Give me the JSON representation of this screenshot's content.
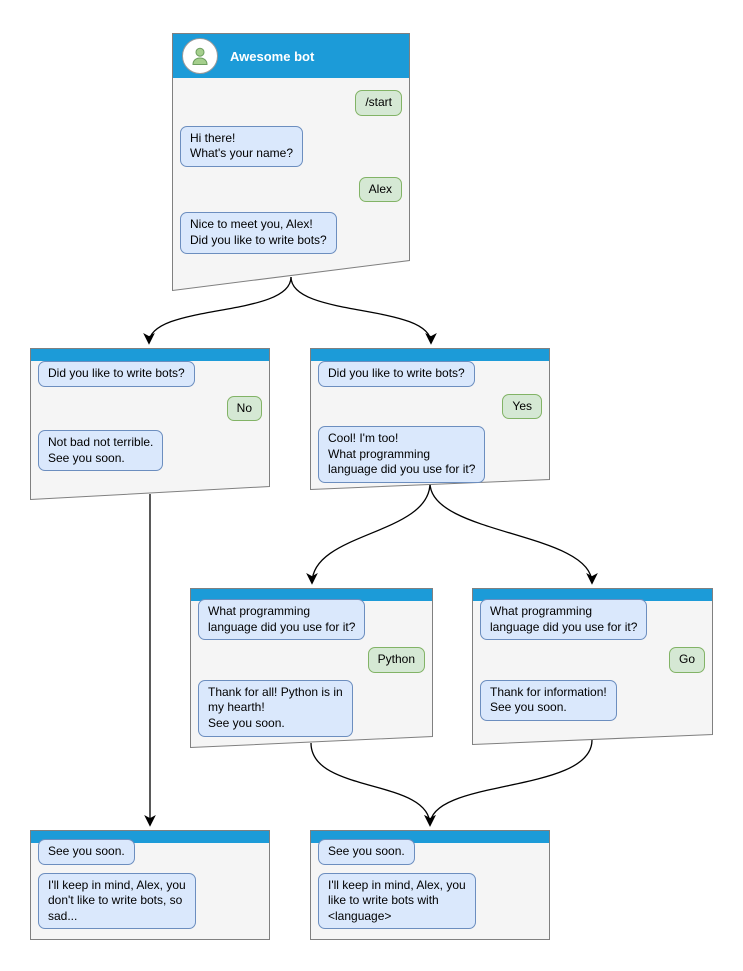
{
  "colors": {
    "header-blue": "#1c9bd8",
    "window-bg": "#f5f5f5",
    "window-border": "#808080",
    "bot-bubble-bg": "#dae8fc",
    "bot-bubble-border": "#6c8ebf",
    "user-bubble-bg": "#d5e8d4",
    "user-bubble-border": "#82b366",
    "arrow-color": "#000000",
    "avatar-green": "#a5cf8d"
  },
  "nodes": {
    "root": {
      "title": "Awesome bot",
      "messages": [
        {
          "side": "user",
          "text": "/start"
        },
        {
          "side": "bot",
          "text": "Hi there!\nWhat's your name?"
        },
        {
          "side": "user",
          "text": "Alex"
        },
        {
          "side": "bot",
          "text": "Nice to meet you, Alex!\nDid you like to write bots?"
        }
      ]
    },
    "no_branch": {
      "messages": [
        {
          "side": "bot",
          "text": "Did you like to write bots?"
        },
        {
          "side": "user",
          "text": "No"
        },
        {
          "side": "bot",
          "text": "Not bad not terrible.\nSee you soon."
        }
      ]
    },
    "yes_branch": {
      "messages": [
        {
          "side": "bot",
          "text": "Did you like to write bots?"
        },
        {
          "side": "user",
          "text": "Yes"
        },
        {
          "side": "bot",
          "text": "Cool! I'm too!\nWhat programming\nlanguage did you use for it?"
        }
      ]
    },
    "python_branch": {
      "messages": [
        {
          "side": "bot",
          "text": "What programming\nlanguage did you use for it?"
        },
        {
          "side": "user",
          "text": "Python"
        },
        {
          "side": "bot",
          "text": "Thank for all! Python is in\nmy hearth!\nSee you soon."
        }
      ]
    },
    "go_branch": {
      "messages": [
        {
          "side": "bot",
          "text": "What programming\nlanguage did you use for it?"
        },
        {
          "side": "user",
          "text": "Go"
        },
        {
          "side": "bot",
          "text": "Thank for information!\nSee you soon."
        }
      ]
    },
    "end_dont_like": {
      "messages": [
        {
          "side": "bot",
          "text": "See you soon."
        },
        {
          "side": "bot",
          "text": "I'll keep in mind, Alex, you\ndon't like to write bots, so\nsad..."
        }
      ]
    },
    "end_language": {
      "messages": [
        {
          "side": "bot",
          "text": "See you soon."
        },
        {
          "side": "bot",
          "text": "I'll keep in mind, Alex, you\nlike to write bots with\n<language>"
        }
      ]
    }
  }
}
